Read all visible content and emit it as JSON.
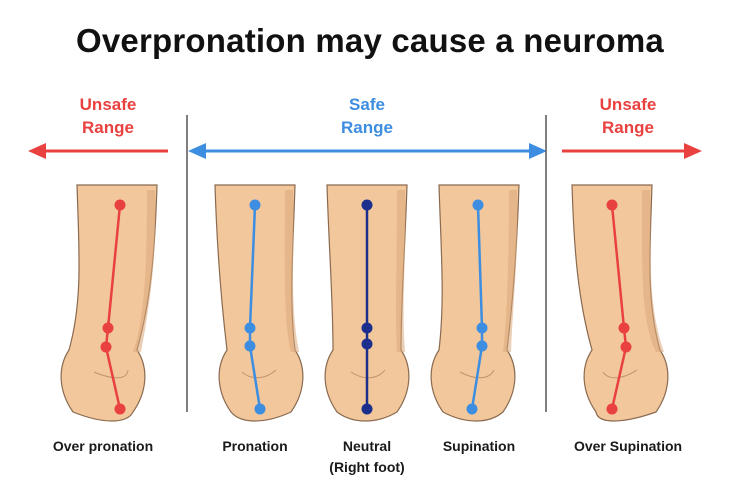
{
  "title": "Overpronation may cause a neuroma",
  "colors": {
    "unsafe": "#e8413f",
    "safe": "#3d8ee0",
    "neutral": "#1c2f8c",
    "skin": "#f2c79c",
    "skin_shadow": "#dba77a",
    "divider": "#555555",
    "text": "#111111"
  },
  "ranges": {
    "left": {
      "line1": "Unsafe",
      "line2": "Range"
    },
    "middle": {
      "line1": "Safe",
      "line2": "Range"
    },
    "right": {
      "line1": "Unsafe",
      "line2": "Range"
    }
  },
  "feet": [
    {
      "label": "Over pronation",
      "sublabel": "",
      "range": "unsafe"
    },
    {
      "label": "Pronation",
      "sublabel": "",
      "range": "safe"
    },
    {
      "label": "Neutral",
      "sublabel": "(Right foot)",
      "range": "neutral"
    },
    {
      "label": "Supination",
      "sublabel": "",
      "range": "safe"
    },
    {
      "label": "Over Supination",
      "sublabel": "",
      "range": "unsafe"
    }
  ]
}
